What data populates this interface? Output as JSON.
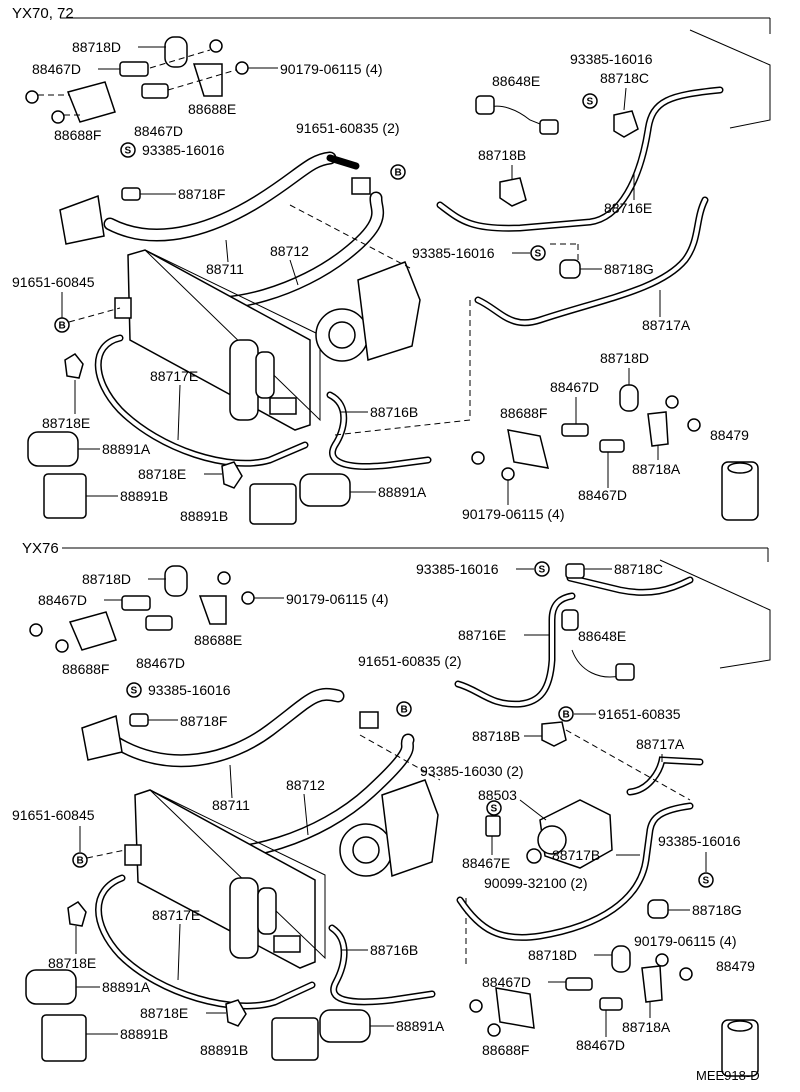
{
  "sections": [
    {
      "title": "YX70, 72",
      "labels": [
        {
          "text": "88718D"
        },
        {
          "text": "88467D"
        },
        {
          "text": "88688F"
        },
        {
          "text": "88467D"
        },
        {
          "text": "88688E"
        },
        {
          "text": "90179-06115 (4)"
        },
        {
          "text": "93385-16016"
        },
        {
          "text": "88718F"
        },
        {
          "text": "91651-60835 (2)"
        },
        {
          "text": "88711"
        },
        {
          "text": "88712"
        },
        {
          "text": "91651-60845"
        },
        {
          "text": "88717E"
        },
        {
          "text": "88718E"
        },
        {
          "text": "88891A"
        },
        {
          "text": "88718E"
        },
        {
          "text": "88891B"
        },
        {
          "text": "88891B"
        },
        {
          "text": "88891A"
        },
        {
          "text": "88716B"
        },
        {
          "text": "93385-16016"
        },
        {
          "text": "88648E"
        },
        {
          "text": "88718C"
        },
        {
          "text": "88718B"
        },
        {
          "text": "88716E"
        },
        {
          "text": "93385-16016"
        },
        {
          "text": "88718G"
        },
        {
          "text": "88717A"
        },
        {
          "text": "88718D"
        },
        {
          "text": "88467D"
        },
        {
          "text": "88688F"
        },
        {
          "text": "88718A"
        },
        {
          "text": "88467D"
        },
        {
          "text": "88479"
        },
        {
          "text": "90179-06115 (4)"
        }
      ]
    },
    {
      "title": "YX76",
      "labels": [
        {
          "text": "88718D"
        },
        {
          "text": "88467D"
        },
        {
          "text": "88688F"
        },
        {
          "text": "88467D"
        },
        {
          "text": "88688E"
        },
        {
          "text": "90179-06115 (4)"
        },
        {
          "text": "93385-16016"
        },
        {
          "text": "88718F"
        },
        {
          "text": "91651-60835 (2)"
        },
        {
          "text": "88711"
        },
        {
          "text": "88712"
        },
        {
          "text": "91651-60845"
        },
        {
          "text": "88717E"
        },
        {
          "text": "88718E"
        },
        {
          "text": "88891A"
        },
        {
          "text": "88718E"
        },
        {
          "text": "88891B"
        },
        {
          "text": "88891B"
        },
        {
          "text": "88891A"
        },
        {
          "text": "88716B"
        },
        {
          "text": "93385-16016"
        },
        {
          "text": "88718C"
        },
        {
          "text": "88716E"
        },
        {
          "text": "88648E"
        },
        {
          "text": "91651-60835"
        },
        {
          "text": "88718B"
        },
        {
          "text": "88717A"
        },
        {
          "text": "93385-16030 (2)"
        },
        {
          "text": "88503"
        },
        {
          "text": "88467E"
        },
        {
          "text": "88717B"
        },
        {
          "text": "93385-16016"
        },
        {
          "text": "90099-32100 (2)"
        },
        {
          "text": "88718G"
        },
        {
          "text": "88718D"
        },
        {
          "text": "90179-06115 (4)"
        },
        {
          "text": "88479"
        },
        {
          "text": "88467D"
        },
        {
          "text": "88718A"
        },
        {
          "text": "88688F"
        },
        {
          "text": "88467D"
        }
      ]
    }
  ],
  "symbols": {
    "s": "S",
    "b": "B"
  },
  "footer_code": "MEE918-D"
}
